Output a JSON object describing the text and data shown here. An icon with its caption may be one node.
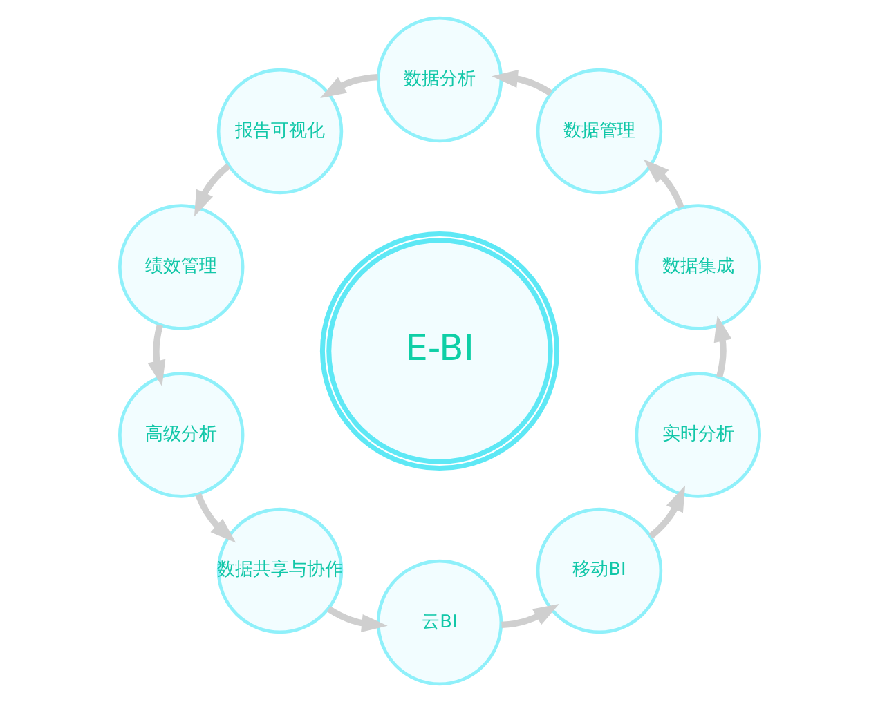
{
  "diagram": {
    "nodes": [
      {
        "text": [
          "E-BI"
        ]
      },
      {
        "text": [
          "数据集成"
        ]
      },
      {
        "text": [
          "数据管理"
        ]
      },
      {
        "text": [
          "数据分析"
        ]
      },
      {
        "text": [
          "报告可视化"
        ]
      },
      {
        "text": [
          "绩效管理"
        ]
      },
      {
        "text": [
          "高级分析"
        ]
      },
      {
        "text": [
          "数据共享与协作"
        ]
      },
      {
        "text": [
          "云BI"
        ]
      },
      {
        "text": [
          "移动BI"
        ]
      },
      {
        "text": [
          "实时分析"
        ]
      }
    ],
    "edges": [
      {
        "from": 1,
        "to": 2,
        "arrow": "to"
      },
      {
        "from": 2,
        "to": 3,
        "arrow": "to"
      },
      {
        "from": 3,
        "to": 4,
        "arrow": "to"
      },
      {
        "from": 4,
        "to": 5,
        "arrow": "to"
      },
      {
        "from": 5,
        "to": 6,
        "arrow": "to"
      },
      {
        "from": 6,
        "to": 7,
        "arrow": "to"
      },
      {
        "from": 7,
        "to": 8,
        "arrow": "to"
      },
      {
        "from": 8,
        "to": 9,
        "arrow": "to"
      },
      {
        "from": 9,
        "to": 10,
        "arrow": "to"
      },
      {
        "from": 10,
        "to": 1,
        "arrow": "to"
      }
    ]
  }
}
